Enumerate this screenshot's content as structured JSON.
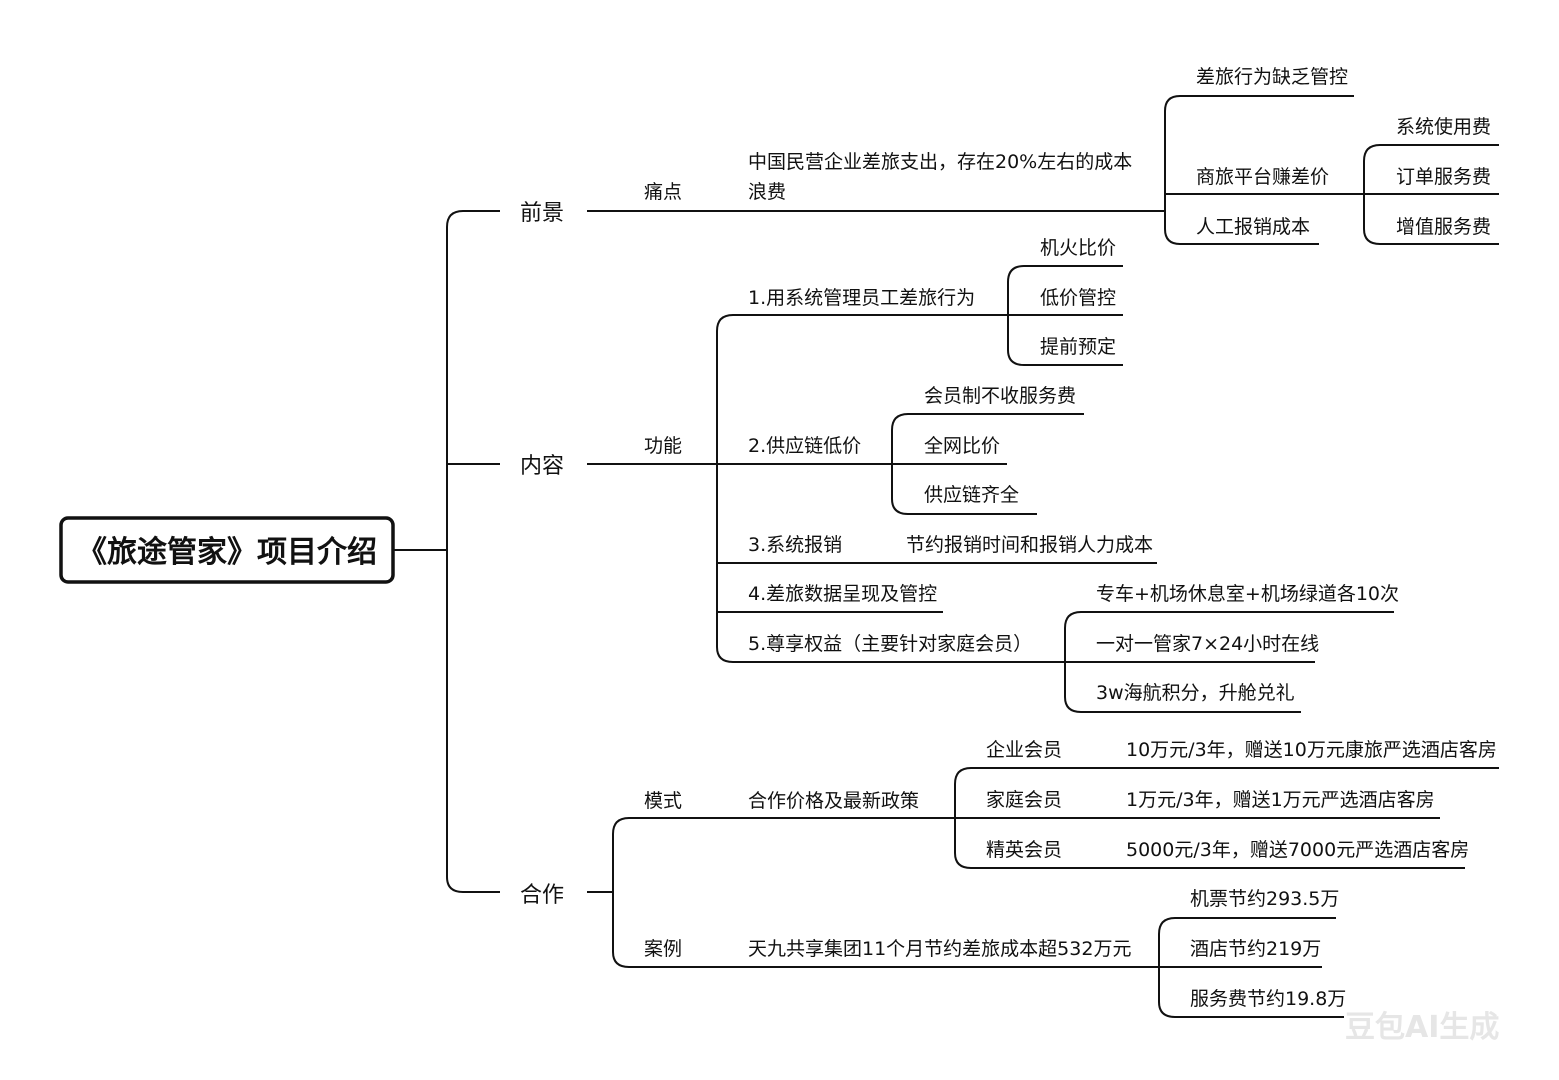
{
  "root": "《旅途管家》项目介绍",
  "branches": {
    "prospect": {
      "label": "前景",
      "painpoint": {
        "label": "痛点",
        "desc_line1": "中国民营企业差旅支出，存在20%左右的成本",
        "desc_line2": "浪费",
        "causes": {
          "behavior": "差旅行为缺乏管控",
          "platform": "商旅平台赚差价",
          "platform_items": [
            "系统使用费",
            "订单服务费",
            "增值服务费"
          ],
          "manual": "人工报销成本"
        }
      }
    },
    "content": {
      "label": "内容",
      "function": {
        "label": "功能",
        "f1": {
          "label": "1.用系统管理员工差旅行为",
          "items": [
            "机火比价",
            "低价管控",
            "提前预定"
          ]
        },
        "f2": {
          "label": "2.供应链低价",
          "items": [
            "会员制不收服务费",
            "全网比价",
            "供应链齐全"
          ]
        },
        "f3": {
          "label": "3.系统报销",
          "detail": "节约报销时间和报销人力成本"
        },
        "f4": {
          "label": "4.差旅数据呈现及管控"
        },
        "f5": {
          "label": "5.尊享权益（主要针对家庭会员）",
          "items": [
            "专车+机场休息室+机场绿道各10次",
            "一对一管家7×24小时在线",
            "3w海航积分，升舱兑礼"
          ]
        }
      }
    },
    "cooperation": {
      "label": "合作",
      "mode": {
        "label": "模式",
        "policy": "合作价格及最新政策",
        "tiers": [
          {
            "name": "企业会员",
            "detail": "10万元/3年，赠送10万元康旅严选酒店客房"
          },
          {
            "name": "家庭会员",
            "detail": "1万元/3年，赠送1万元严选酒店客房"
          },
          {
            "name": "精英会员",
            "detail": "5000元/3年，赠送7000元严选酒店客房"
          }
        ]
      },
      "case": {
        "label": "案例",
        "summary": "天九共享集团11个月节约差旅成本超532万元",
        "items": [
          "机票节约293.5万",
          "酒店节约219万",
          "服务费节约19.8万"
        ]
      }
    }
  },
  "watermark": "豆包AI生成"
}
